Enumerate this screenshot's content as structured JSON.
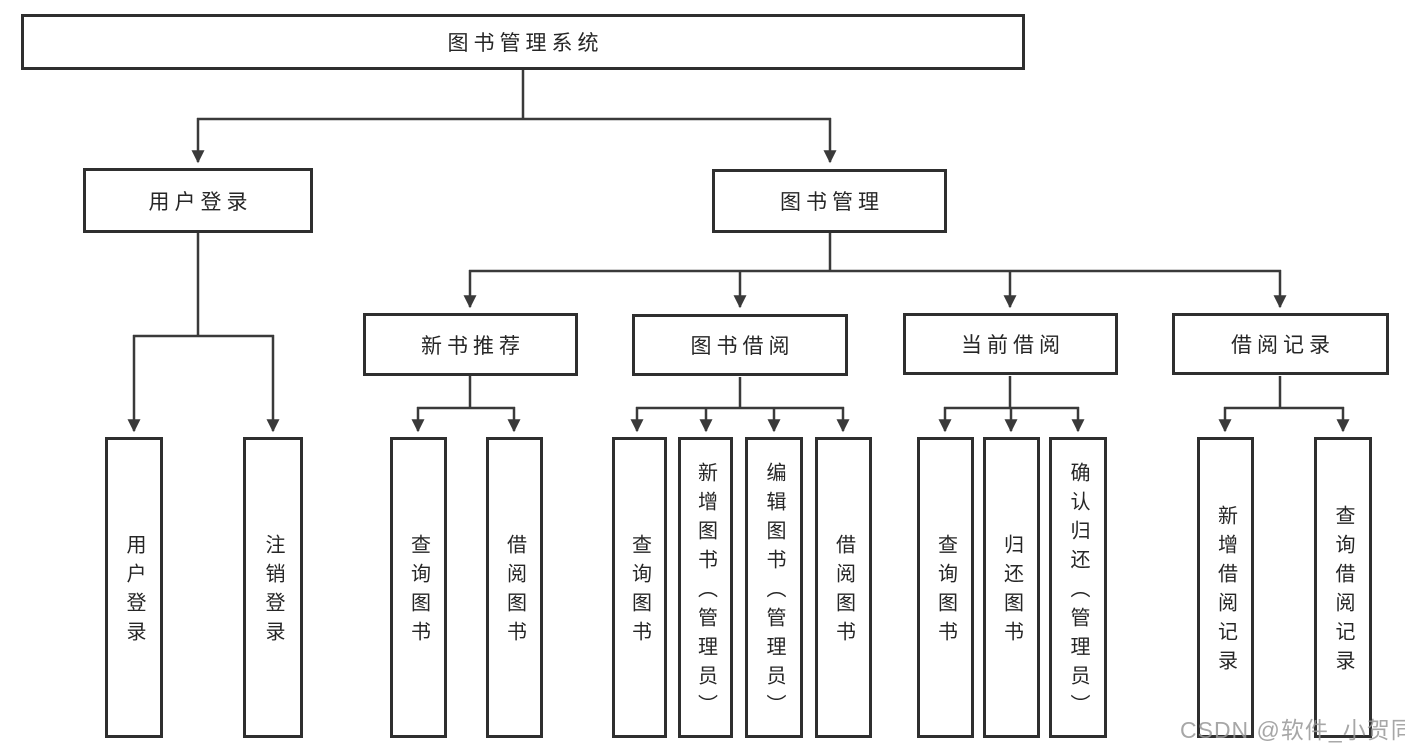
{
  "diagram": {
    "root": {
      "label": "图书管理系统"
    },
    "level2": [
      {
        "label": "用户登录"
      },
      {
        "label": "图书管理"
      }
    ],
    "level3": [
      {
        "label": "新书推荐"
      },
      {
        "label": "图书借阅"
      },
      {
        "label": "当前借阅"
      },
      {
        "label": "借阅记录"
      }
    ],
    "leaves": {
      "user_login": [
        "用户登录",
        "注销登录"
      ],
      "new_book": [
        "查询图书",
        "借阅图书"
      ],
      "book_borrow": [
        "查询图书",
        "新增图书（管理员）",
        "编辑图书（管理员）",
        "借阅图书"
      ],
      "current_borrow": [
        "查询图书",
        "归还图书",
        "确认归还（管理员）"
      ],
      "borrow_record": [
        "新增借阅记录",
        "查询借阅记录"
      ]
    }
  },
  "watermark": "CSDN @软件_小贺同学",
  "colors": {
    "box_border": "#2f2f2f",
    "connector_line": "#3a3a3a",
    "text": "#262626",
    "watermark": "#989898",
    "background": "#ffffff"
  }
}
